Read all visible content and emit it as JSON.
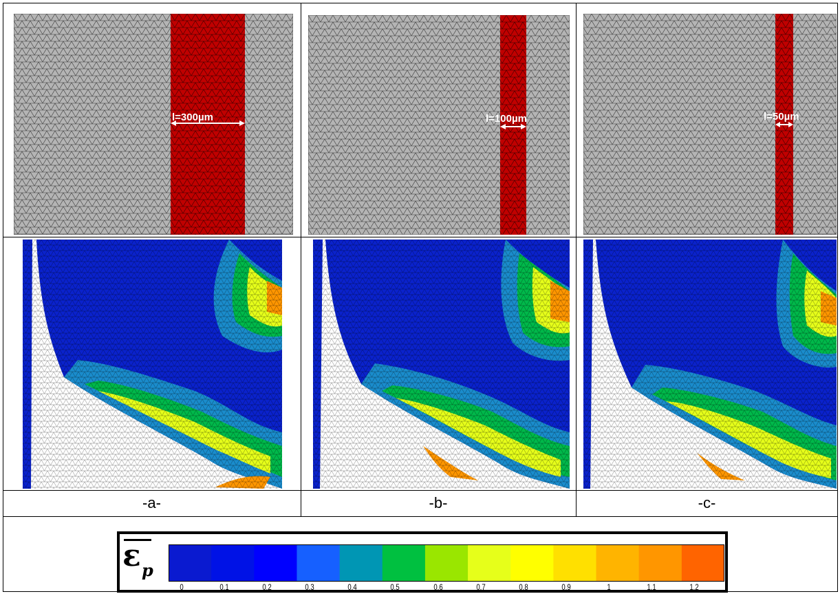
{
  "mesh_labels": {
    "a": "l=300µm",
    "b": "l=100µm",
    "c": "l=50µm"
  },
  "captions": {
    "a": "-a-",
    "b": "-b-",
    "c": "-c-"
  },
  "legend": {
    "ticks": [
      "0",
      "0.1",
      "0.2",
      "0.3",
      "0.4",
      "0.5",
      "0.6",
      "0.7",
      "0.8",
      "0.9",
      "1",
      "1.1",
      "1.2"
    ],
    "colors": [
      "#0a1ad0",
      "#0012e6",
      "#0000ff",
      "#1660ff",
      "#0096b4",
      "#00c040",
      "#9ae600",
      "#e6ff1a",
      "#ffff00",
      "#ffe000",
      "#ffb400",
      "#ff9600",
      "#ff6400"
    ]
  },
  "colors": {
    "mesh_gray": "#b4b4b4",
    "band_red": "#c00000",
    "field_blue": "#0a22cc"
  }
}
